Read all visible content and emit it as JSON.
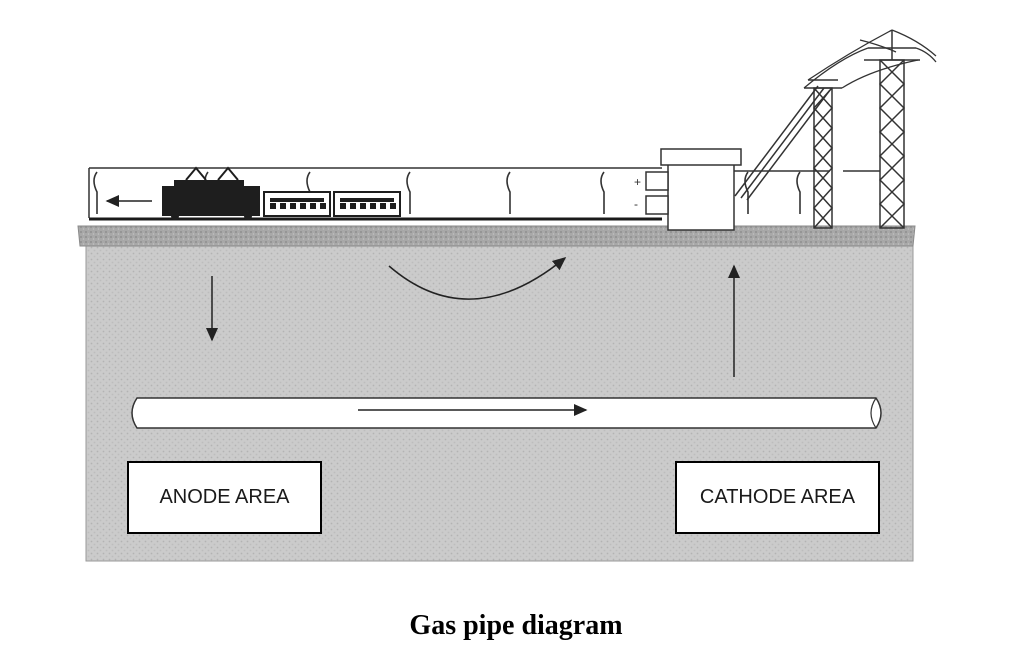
{
  "labels": {
    "anode": "ANODE AREA",
    "cathode": "CATHODE AREA",
    "plus": "+",
    "minus": "-"
  },
  "caption": "Gas pipe diagram",
  "colors": {
    "soil": "#c9c9c9",
    "soil_texture": "#b8b8b8",
    "ground_surface": "#a9a9a9",
    "pipe": "#ffffff",
    "stroke": "#222222",
    "train": "#1e1e1e"
  }
}
